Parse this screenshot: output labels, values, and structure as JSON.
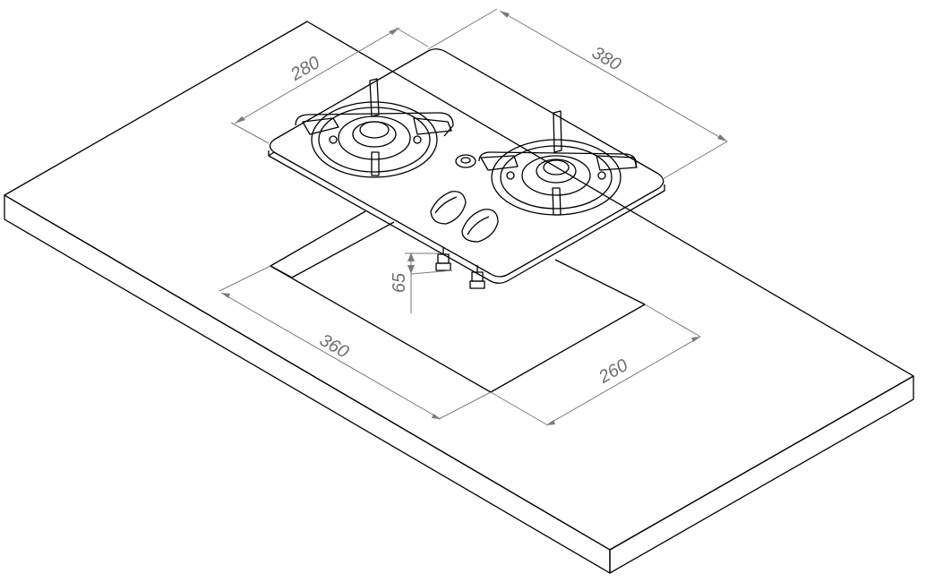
{
  "dimensions": {
    "hob_depth": "280",
    "hob_width": "380",
    "cutout_width": "360",
    "cutout_depth": "260",
    "below_height": "65"
  },
  "colors": {
    "line": "#000000",
    "dimension": "#7a7a7a",
    "background": "#ffffff"
  }
}
